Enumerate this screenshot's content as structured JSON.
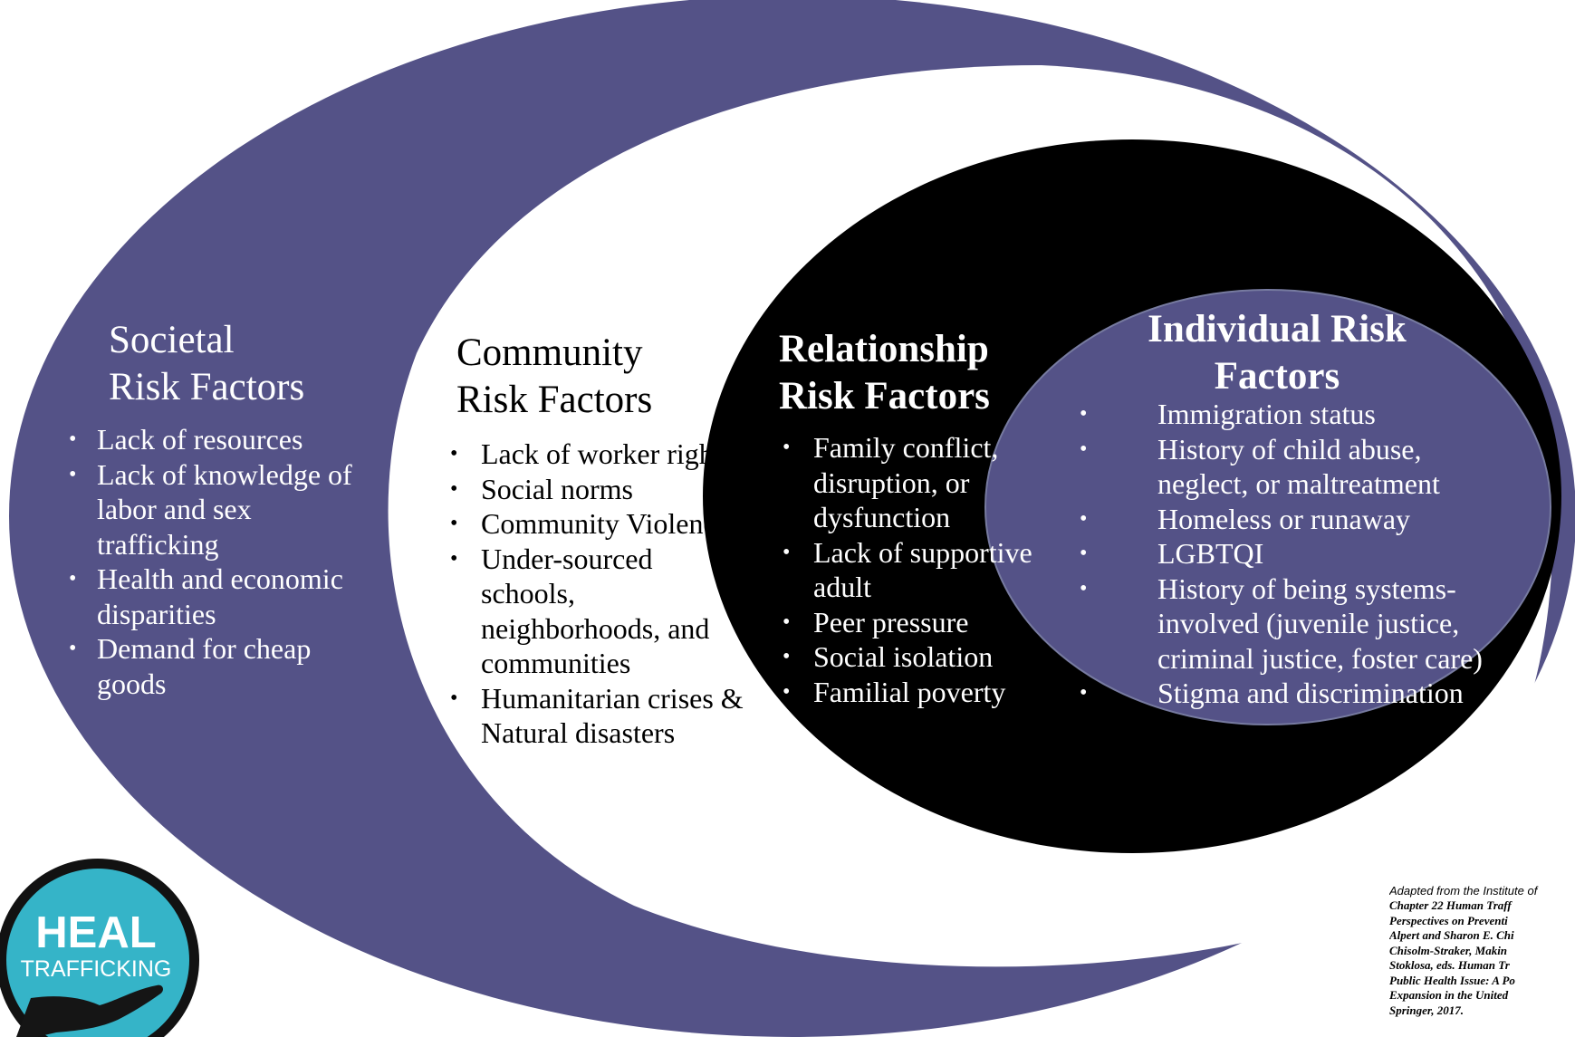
{
  "colors": {
    "societal_ring": "#545287",
    "community_ring": "#ffffff",
    "relationship_ring": "#000000",
    "individual_core": "#545287",
    "logo_ring": "#121212",
    "logo_fill": "#35b4c8"
  },
  "societal": {
    "heading_line1": "Societal",
    "heading_line2": "Risk Factors",
    "items": [
      "Lack of resources",
      "Lack of knowledge of labor and sex trafficking",
      "Health and economic disparities",
      "Demand for cheap goods"
    ]
  },
  "community": {
    "heading_line1": "Community",
    "heading_line2": "Risk Factors",
    "items": [
      "Lack of worker rights",
      "Social norms",
      "Community Violence",
      "Under-sourced schools, neighborhoods, and communities",
      "Humanitarian crises & Natural disasters"
    ]
  },
  "relationship": {
    "heading_line1": "Relationship",
    "heading_line2": "Risk Factors",
    "items": [
      "Family conflict, disruption, or dysfunction",
      "Lack of supportive adult",
      "Peer pressure",
      "Social isolation",
      "Familial poverty"
    ]
  },
  "individual": {
    "heading_line1": "Individual Risk",
    "heading_line2": "Factors",
    "items": [
      "Immigration status",
      "History of child abuse, neglect, or maltreatment",
      "Homeless or runaway",
      "LGBTQI",
      "History of being systems-involved (juvenile justice, criminal justice, foster care)",
      "Stigma and discrimination"
    ]
  },
  "logo": {
    "line1": "HEAL",
    "line2": "TRAFFICKING"
  },
  "citation": {
    "intro": "Adapted from the Institute of",
    "ref_lines": [
      "Chapter 22 Human Traff",
      "Perspectives on Preventi",
      "Alpert and Sharon E. Chi",
      "Chisolm-Straker, Makin",
      "Stoklosa, eds. Human Tr",
      "Public Health Issue: A Po",
      "Expansion in the United",
      "Springer, 2017."
    ]
  }
}
